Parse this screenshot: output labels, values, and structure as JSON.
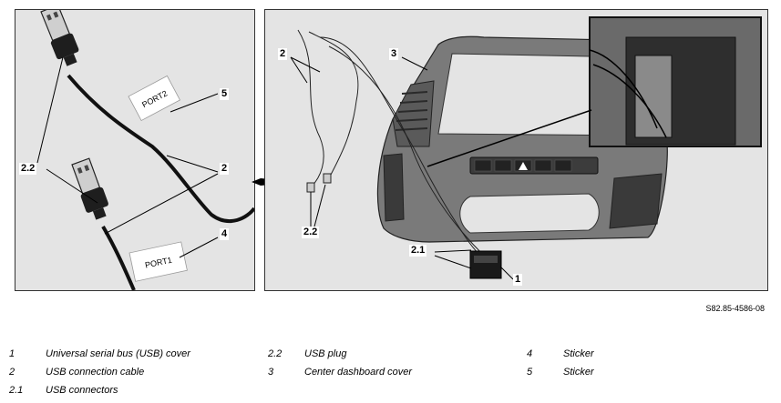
{
  "figure": {
    "code": "S82.85-4586-08",
    "left_callouts": {
      "c22": "2.2",
      "c2": "2",
      "c4": "4",
      "c5": "5"
    },
    "right_callouts": {
      "c2": "2",
      "c3": "3",
      "c22": "2.2",
      "c21": "2.1",
      "c1": "1"
    },
    "sticker_top_text": "PORT2",
    "sticker_bottom_text": "PORT1"
  },
  "legend": [
    {
      "num": "1",
      "text": "Universal serial bus (USB) cover"
    },
    {
      "num": "2",
      "text": "USB connection cable"
    },
    {
      "num": "2.1",
      "text": "USB connectors"
    },
    {
      "num": "2.2",
      "text": "USB plug"
    },
    {
      "num": "3",
      "text": "Center dashboard cover"
    },
    {
      "num": "4",
      "text": "Sticker"
    },
    {
      "num": "5",
      "text": "Sticker"
    }
  ]
}
